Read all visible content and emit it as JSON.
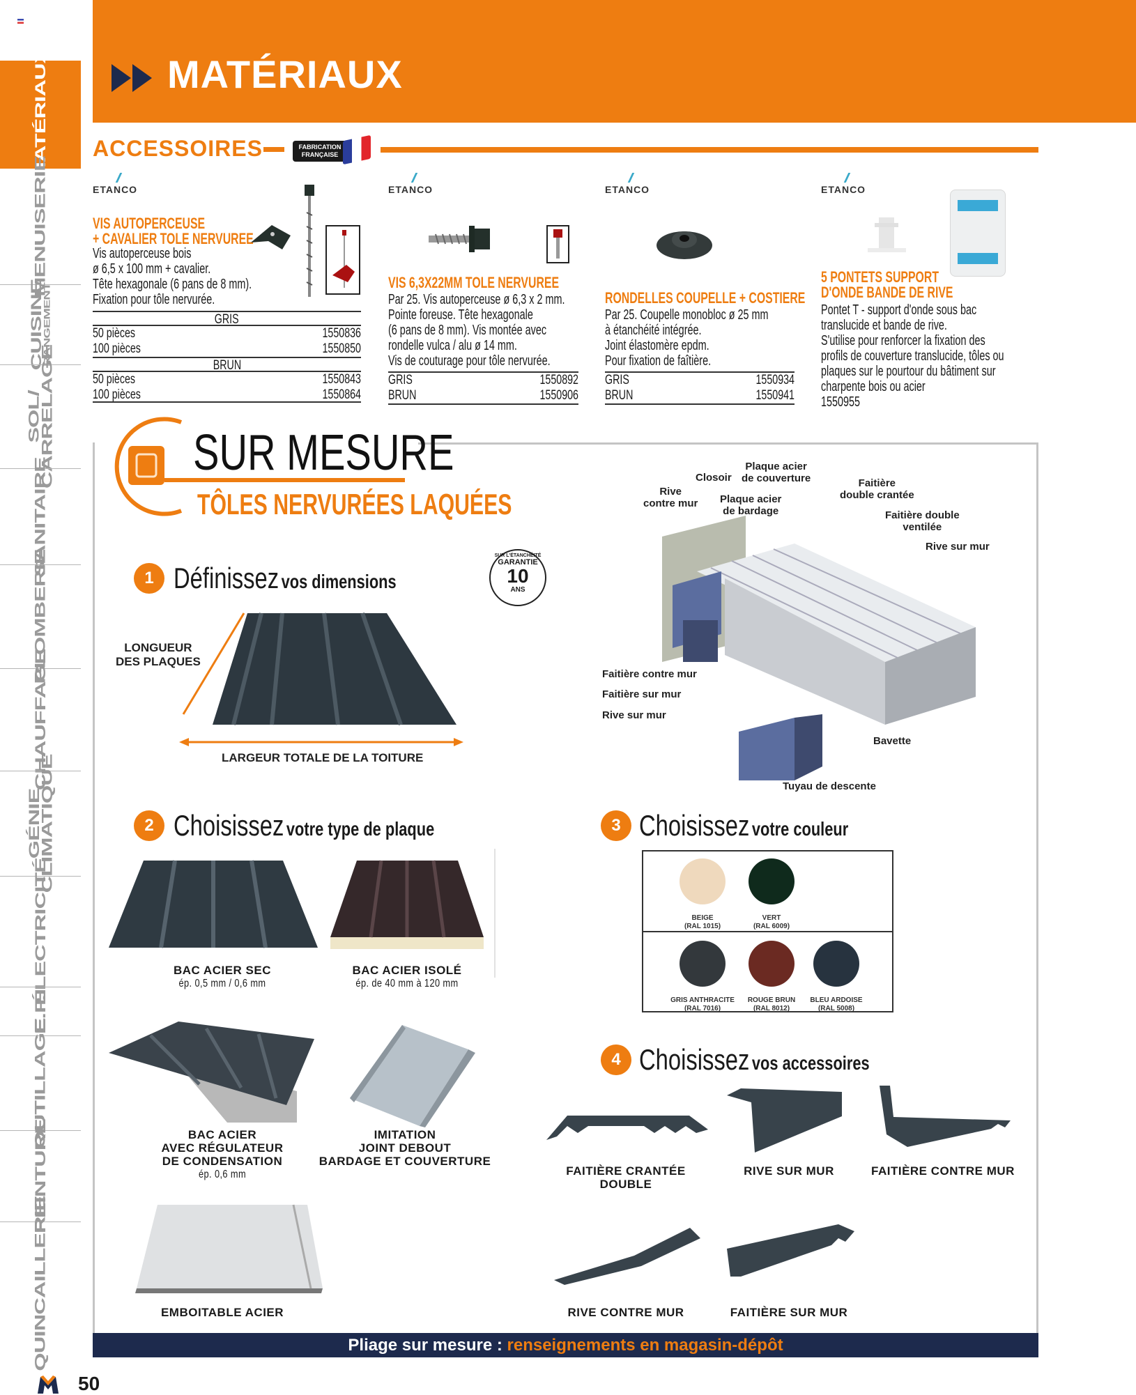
{
  "sidebar": {
    "tabs": [
      {
        "label": "MATÉRIAUX",
        "active": true
      },
      {
        "label": "MENUISERIE"
      },
      {
        "label": "CUISINE",
        "sub": "RANGEMENT"
      },
      {
        "label": "SOL/",
        "sub": "CARRELAGE"
      },
      {
        "label": "SANITAIRE"
      },
      {
        "label": "PLOMBERIE"
      },
      {
        "label": "CHAUFFAGE"
      },
      {
        "label": "GÉNIE",
        "sub": "CLIMATIQUE"
      },
      {
        "label": "ÉLECTRICITÉ"
      },
      {
        "label": "E.P.I"
      },
      {
        "label": "OUTILLAGE"
      },
      {
        "label": "PEINTURE"
      },
      {
        "label": "QUINCAILLERIE"
      }
    ]
  },
  "header": {
    "title": "MATÉRIAUX",
    "accent": "#ee7d11",
    "navy": "#1d2a4d"
  },
  "accessories": {
    "title": "ACCESSOIRES",
    "badge": [
      "FABRICATION",
      "FRANÇAISE"
    ]
  },
  "products": [
    {
      "brand": "ETANCO",
      "title": [
        "VIS AUTOPERCEUSE",
        "+ CAVALIER TOLE NERVUREE"
      ],
      "desc": [
        "Vis autoperceuse bois",
        " ø 6,5 x 100 mm  + cavalier.",
        "Tête hexagonale (6 pans de 8 mm).",
        "Fixation pour tôle nervurée."
      ],
      "groups": [
        {
          "name": "GRIS",
          "rows": [
            {
              "label": "50 pièces",
              "ref": "1550836"
            },
            {
              "label": "100 pièces",
              "ref": "1550850"
            }
          ]
        },
        {
          "name": "BRUN",
          "rows": [
            {
              "label": "50 pièces",
              "ref": "1550843"
            },
            {
              "label": "100 pièces",
              "ref": "1550864"
            }
          ]
        }
      ]
    },
    {
      "brand": "ETANCO",
      "title": [
        "VIS 6,3X22MM  TOLE NERVUREE"
      ],
      "desc": [
        "Par 25. Vis autoperceuse ø 6,3 x 2 mm.",
        "Pointe foreuse. Tête hexagonale",
        "(6 pans de 8 mm). Vis montée avec",
        "rondelle vulca / alu ø 14 mm.",
        "Vis de couturage pour tôle nervurée."
      ],
      "rows": [
        {
          "label": "GRIS",
          "ref": "1550892"
        },
        {
          "label": "BRUN",
          "ref": "1550906"
        }
      ]
    },
    {
      "brand": "ETANCO",
      "title": [
        "RONDELLES COUPELLE  + COSTIERE"
      ],
      "desc": [
        "Par 25. Coupelle monobloc ø 25 mm",
        "à étanchéité intégrée.",
        "Joint élastomère epdm.",
        "Pour fixation de faîtière."
      ],
      "rows": [
        {
          "label": "GRIS",
          "ref": "1550934"
        },
        {
          "label": "BRUN",
          "ref": "1550941"
        }
      ]
    },
    {
      "brand": "ETANCO",
      "title": [
        "5 PONTETS SUPPORT",
        "D'ONDE BANDE DE RIVE"
      ],
      "desc": [
        "Pontet T - support d'onde sous bac",
        "translucide et bande de rive.",
        "S'utilise pour renforcer la fixation des",
        "profils de couverture translucide, tôles ou",
        "plaques sur le pourtour du bâtiment sur",
        "charpente bois ou acier",
        "1550955"
      ]
    }
  ],
  "sur_mesure": {
    "title": "SUR MESURE",
    "subtitle": "TÔLES NERVURÉES LAQUÉES",
    "guarantee": {
      "top": "SUR L'ÉTANCHÉITÉ",
      "word": "GARANTIE",
      "years": "10",
      "unit": "ANS"
    },
    "steps": [
      {
        "num": "1",
        "big": "Définissez",
        "small": "vos dimensions"
      },
      {
        "num": "2",
        "big": "Choisissez",
        "small": "votre type de plaque"
      },
      {
        "num": "3",
        "big": "Choisissez",
        "small": "votre couleur"
      },
      {
        "num": "4",
        "big": "Choisissez",
        "small": "vos accessoires"
      }
    ],
    "dimensions": {
      "length": [
        "LONGUEUR",
        "DES PLAQUES"
      ],
      "width": "LARGEUR TOTALE DE LA TOITURE"
    },
    "diagram_labels": {
      "rive_contre_mur": [
        "Rive",
        "contre mur"
      ],
      "closoir": "Closoir",
      "plaque_couverture": [
        "Plaque acier",
        "de couverture"
      ],
      "plaque_bardage": [
        "Plaque acier",
        "de bardage"
      ],
      "faitiere_crantee": [
        "Faitière",
        "double crantée"
      ],
      "faitiere_ventilee": [
        "Faitière double",
        "ventilée"
      ],
      "rive_sur_mur": "Rive sur mur",
      "faitiere_contre_mur": "Faitière contre mur",
      "faitiere_sur_mur": "Faitière sur mur",
      "rive_sur_mur_2": "Rive sur mur",
      "bavette": "Bavette",
      "tuyau": "Tuyau de descente"
    },
    "plates": [
      {
        "name": [
          "BAC ACIER SEC"
        ],
        "spec": "ép. 0,5 mm / 0,6 mm"
      },
      {
        "name": [
          "BAC ACIER ISOLÉ"
        ],
        "spec": "ép. de 40 mm à 120 mm"
      },
      {
        "name": [
          "BAC ACIER",
          "AVEC RÉGULATEUR",
          "DE CONDENSATION"
        ],
        "spec": "ép. 0,6 mm"
      },
      {
        "name": [
          "IMITATION",
          "JOINT DEBOUT",
          "BARDAGE ET COUVERTURE"
        ]
      },
      {
        "name": [
          "EMBOITABLE ACIER"
        ]
      }
    ],
    "colors": [
      {
        "name": "BEIGE",
        "ral": "(RAL 1015)",
        "hex": "#efd9bd"
      },
      {
        "name": "VERT",
        "ral": "(RAL 6009)",
        "hex": "#0f2a1c"
      },
      {
        "name": "GRIS ANTHRACITE",
        "ral": "(RAL 7016)",
        "hex": "#33383c"
      },
      {
        "name": "ROUGE BRUN",
        "ral": "(RAL 8012)",
        "hex": "#6b2a22"
      },
      {
        "name": "BLEU ARDOISE",
        "ral": "(RAL 5008)",
        "hex": "#27333f"
      }
    ],
    "accessories": [
      {
        "name": [
          "FAITIÈRE CRANTÉE",
          "DOUBLE"
        ]
      },
      {
        "name": [
          "RIVE SUR MUR"
        ]
      },
      {
        "name": [
          "FAITIÈRE CONTRE MUR"
        ]
      },
      {
        "name": [
          "RIVE CONTRE MUR"
        ]
      },
      {
        "name": [
          "FAITIÈRE SUR MUR"
        ]
      }
    ]
  },
  "banner": {
    "lead": "Pliage sur mesure : ",
    "highlight": "renseignements en magasin-dépôt"
  },
  "footer": {
    "page": "50",
    "logo": "M"
  }
}
